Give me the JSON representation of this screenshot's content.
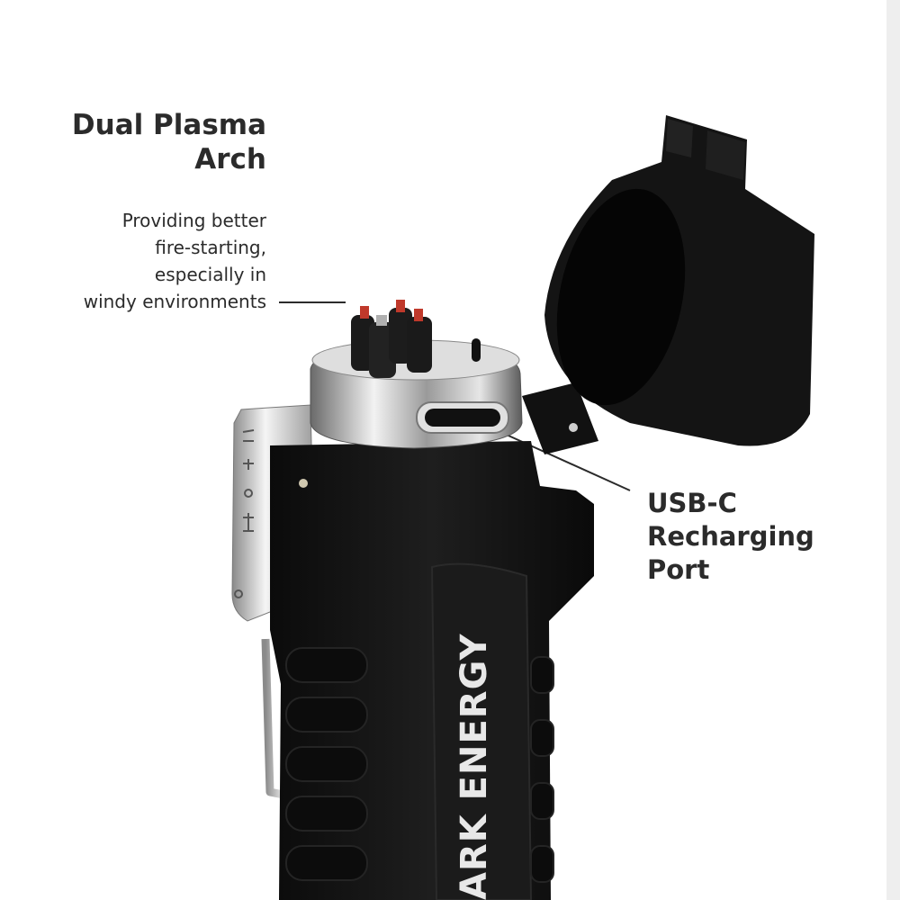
{
  "feature_top": {
    "title_lines": [
      "Dual Plasma",
      "Arch"
    ],
    "description_lines": [
      "Providing better",
      "fire-starting,",
      "especially in",
      "windy environments"
    ]
  },
  "feature_port": {
    "title_lines": [
      "USB-C",
      "Recharging",
      "Port"
    ]
  },
  "product": {
    "brand_text": "ARK ENERGY",
    "body_color": "#141414",
    "chrome_color": "#c9c9c9"
  }
}
